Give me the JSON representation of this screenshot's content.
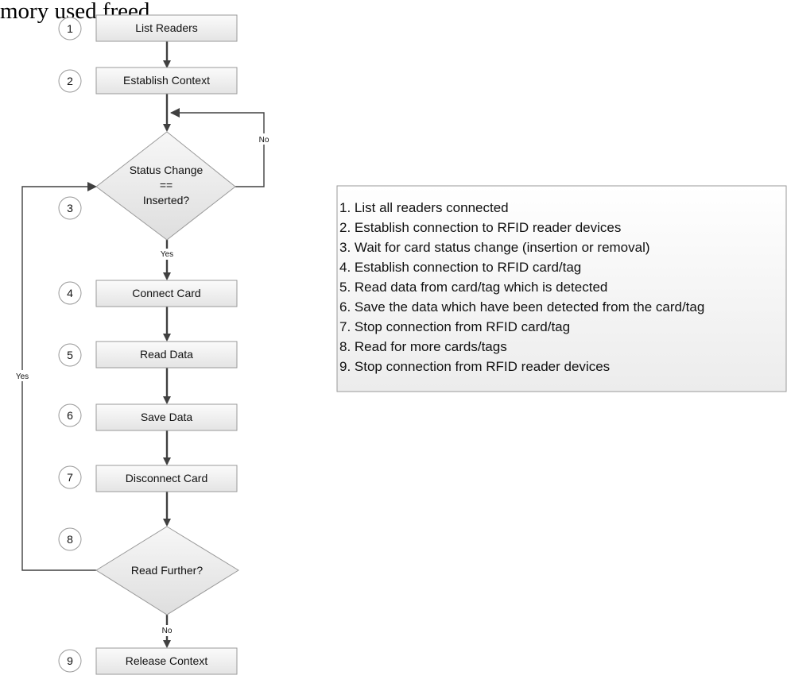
{
  "top_text": "mory used freed.",
  "steps": [
    {
      "num": "1",
      "label": "List Readers"
    },
    {
      "num": "2",
      "label": "Establish Context"
    },
    {
      "num": "3",
      "label_lines": [
        "Status Change",
        "==",
        "Inserted?"
      ]
    },
    {
      "num": "4",
      "label": "Connect Card"
    },
    {
      "num": "5",
      "label": "Read Data"
    },
    {
      "num": "6",
      "label": "Save Data"
    },
    {
      "num": "7",
      "label": "Disconnect Card"
    },
    {
      "num": "8",
      "label": "Read Further?"
    },
    {
      "num": "9",
      "label": "Release Context"
    }
  ],
  "edge_labels": {
    "status_no": "No",
    "status_yes": "Yes",
    "further_yes": "Yes",
    "further_no": "No"
  },
  "legend": [
    "1. List all readers connected",
    "2. Establish connection to RFID reader devices",
    "3. Wait for card status change (insertion or removal)",
    "4. Establish connection to RFID card/tag",
    "5. Read data from card/tag which is detected",
    "6. Save the data which have been detected from the card/tag",
    "7. Stop connection from RFID card/tag",
    "8. Read for more cards/tags",
    "9. Stop connection from RFID reader devices"
  ]
}
